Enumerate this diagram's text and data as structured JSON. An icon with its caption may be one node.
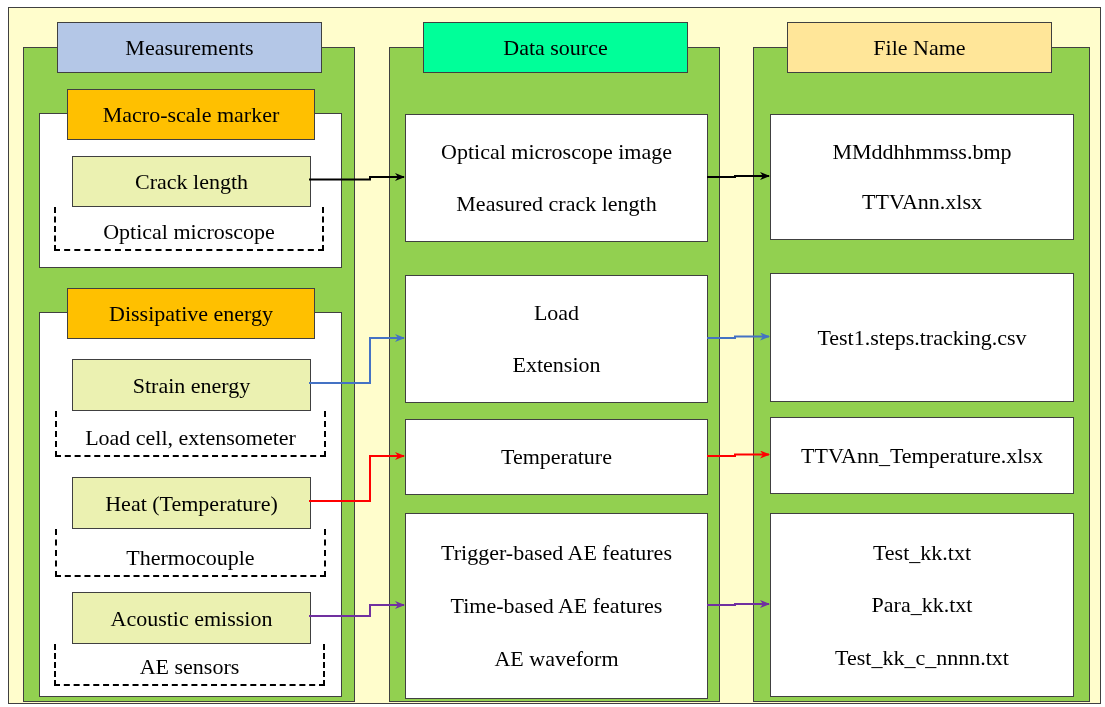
{
  "diagram": {
    "nodes": [
      {
        "text": [
          "Measurements"
        ]
      },
      {
        "text": [
          "Macro-scale marker"
        ],
        "in": 0
      },
      {
        "text": [
          "Crack length"
        ],
        "in": 1
      },
      {
        "text": [
          "Optical microscope"
        ],
        "in": 1
      },
      {
        "text": [
          "Dissipative energy"
        ],
        "in": 0
      },
      {
        "text": [
          "Strain energy"
        ],
        "in": 4
      },
      {
        "text": [
          "Load cell, extensometer"
        ],
        "in": 4
      },
      {
        "text": [
          "Heat (Temperature)"
        ],
        "in": 4
      },
      {
        "text": [
          "Thermocouple"
        ],
        "in": 4
      },
      {
        "text": [
          "Acoustic emission"
        ],
        "in": 4
      },
      {
        "text": [
          "AE sensors"
        ],
        "in": 4
      },
      {
        "text": [
          "Data source"
        ]
      },
      {
        "text": [
          "Optical microscope image",
          "Measured crack length"
        ],
        "in": 11
      },
      {
        "text": [
          "Load",
          "Extension"
        ],
        "in": 11
      },
      {
        "text": [
          "Temperature"
        ],
        "in": 11
      },
      {
        "text": [
          "Trigger-based AE features",
          "Time-based AE features",
          "AE waveform"
        ],
        "in": 11
      },
      {
        "text": [
          "File Name"
        ]
      },
      {
        "text": [
          "MMddhhmmss.bmp",
          "TTVAnn.xlsx"
        ],
        "in": 16
      },
      {
        "text": [
          "Test1.steps.tracking.csv"
        ],
        "in": 16
      },
      {
        "text": [
          "TTVAnn_Temperature.xlsx"
        ],
        "in": 16
      },
      {
        "text": [
          "Test_kk.txt",
          "Para_kk.txt",
          "Test_kk_c_nnnn.txt"
        ],
        "in": 16
      }
    ],
    "edges": [
      {
        "from": 2,
        "to": 12,
        "arrow": "to",
        "color": "#000000"
      },
      {
        "from": 5,
        "to": 13,
        "arrow": "to",
        "color": "#4472c4"
      },
      {
        "from": 7,
        "to": 14,
        "arrow": "to",
        "color": "#ff0000"
      },
      {
        "from": 9,
        "to": 15,
        "arrow": "to",
        "color": "#7030a0"
      },
      {
        "from": 12,
        "to": 17,
        "arrow": "to",
        "color": "#000000"
      },
      {
        "from": 13,
        "to": 18,
        "arrow": "to",
        "color": "#4472c4"
      },
      {
        "from": 14,
        "to": 19,
        "arrow": "to",
        "color": "#ff0000"
      },
      {
        "from": 15,
        "to": 20,
        "arrow": "to",
        "color": "#7030a0"
      }
    ]
  }
}
